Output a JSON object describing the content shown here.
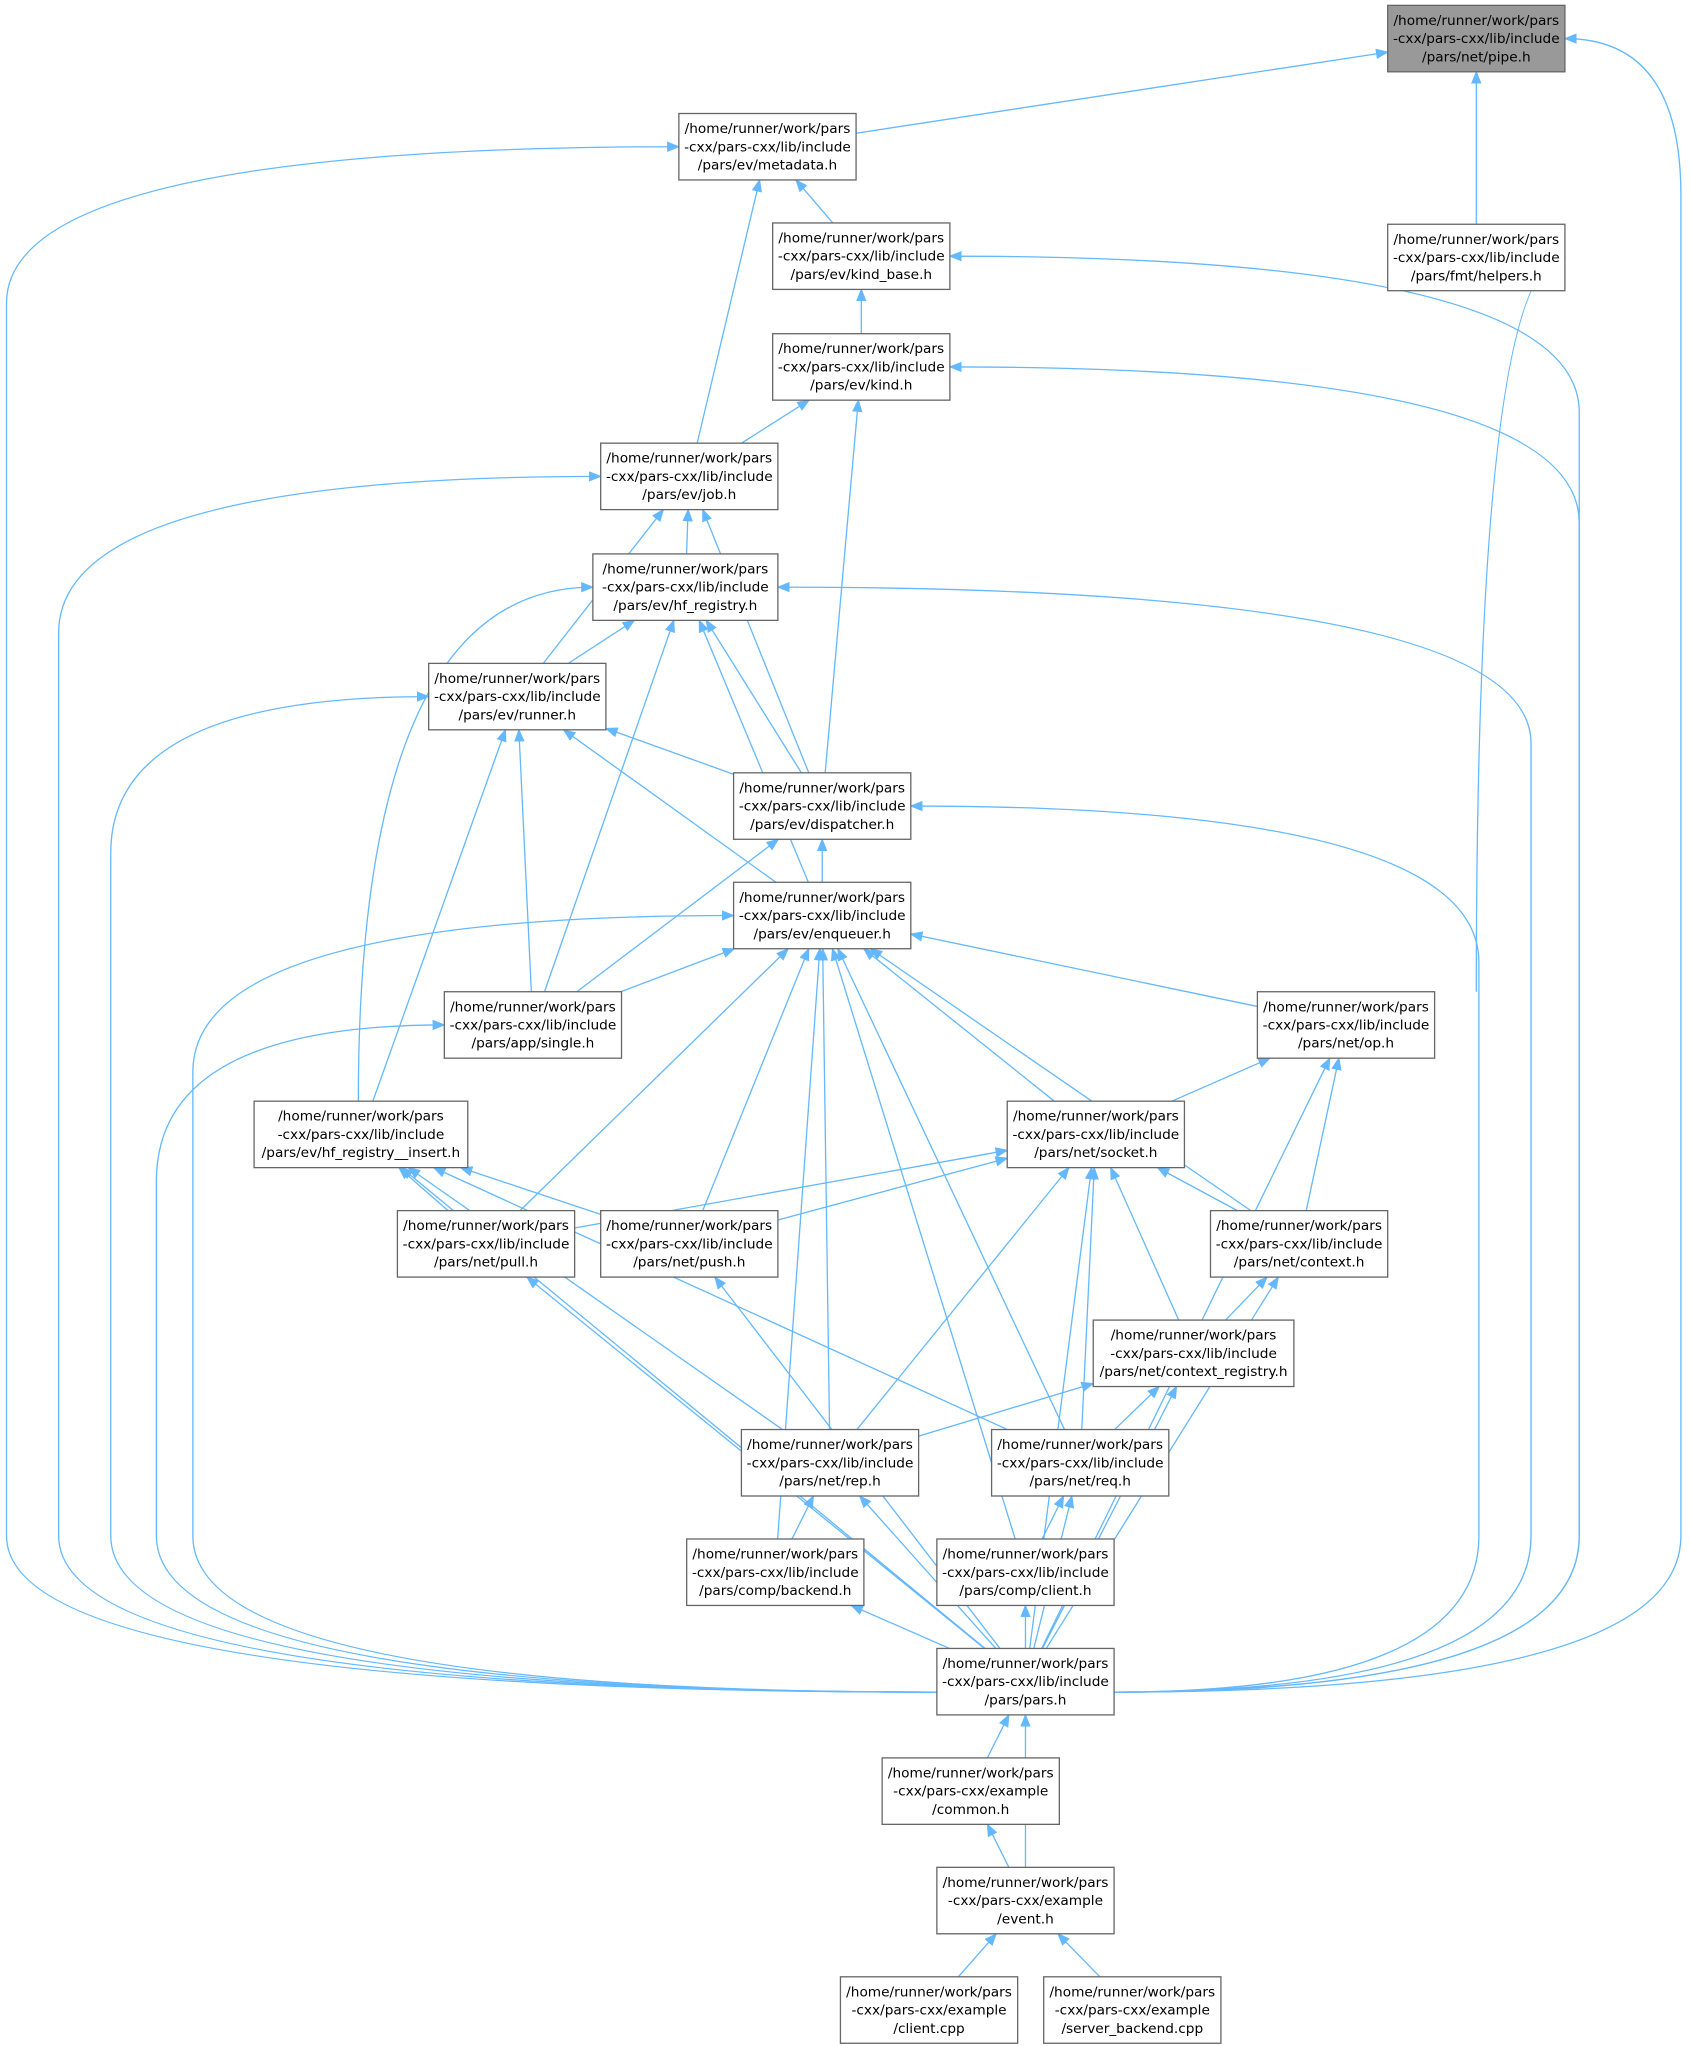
{
  "graph": {
    "nodes": [
      {
        "id": "pipe",
        "lines": [
          "/home/runner/work/pars",
          "-cxx/pars-cxx/lib/include",
          "/pars/net/pipe.h"
        ],
        "highlighted": true
      },
      {
        "id": "metadata",
        "lines": [
          "/home/runner/work/pars",
          "-cxx/pars-cxx/lib/include",
          "/pars/ev/metadata.h"
        ]
      },
      {
        "id": "helpers",
        "lines": [
          "/home/runner/work/pars",
          "-cxx/pars-cxx/lib/include",
          "/pars/fmt/helpers.h"
        ]
      },
      {
        "id": "kind_base",
        "lines": [
          "/home/runner/work/pars",
          "-cxx/pars-cxx/lib/include",
          "/pars/ev/kind_base.h"
        ]
      },
      {
        "id": "kind",
        "lines": [
          "/home/runner/work/pars",
          "-cxx/pars-cxx/lib/include",
          "/pars/ev/kind.h"
        ]
      },
      {
        "id": "job",
        "lines": [
          "/home/runner/work/pars",
          "-cxx/pars-cxx/lib/include",
          "/pars/ev/job.h"
        ]
      },
      {
        "id": "hf_registry",
        "lines": [
          "/home/runner/work/pars",
          "-cxx/pars-cxx/lib/include",
          "/pars/ev/hf_registry.h"
        ]
      },
      {
        "id": "runner",
        "lines": [
          "/home/runner/work/pars",
          "-cxx/pars-cxx/lib/include",
          "/pars/ev/runner.h"
        ]
      },
      {
        "id": "dispatcher",
        "lines": [
          "/home/runner/work/pars",
          "-cxx/pars-cxx/lib/include",
          "/pars/ev/dispatcher.h"
        ]
      },
      {
        "id": "enqueuer",
        "lines": [
          "/home/runner/work/pars",
          "-cxx/pars-cxx/lib/include",
          "/pars/ev/enqueuer.h"
        ]
      },
      {
        "id": "single",
        "lines": [
          "/home/runner/work/pars",
          "-cxx/pars-cxx/lib/include",
          "/pars/app/single.h"
        ]
      },
      {
        "id": "op",
        "lines": [
          "/home/runner/work/pars",
          "-cxx/pars-cxx/lib/include",
          "/pars/net/op.h"
        ]
      },
      {
        "id": "hf_insert",
        "lines": [
          "/home/runner/work/pars",
          "-cxx/pars-cxx/lib/include",
          "/pars/ev/hf_registry__insert.h"
        ]
      },
      {
        "id": "socket",
        "lines": [
          "/home/runner/work/pars",
          "-cxx/pars-cxx/lib/include",
          "/pars/net/socket.h"
        ]
      },
      {
        "id": "pull",
        "lines": [
          "/home/runner/work/pars",
          "-cxx/pars-cxx/lib/include",
          "/pars/net/pull.h"
        ]
      },
      {
        "id": "push",
        "lines": [
          "/home/runner/work/pars",
          "-cxx/pars-cxx/lib/include",
          "/pars/net/push.h"
        ]
      },
      {
        "id": "context",
        "lines": [
          "/home/runner/work/pars",
          "-cxx/pars-cxx/lib/include",
          "/pars/net/context.h"
        ]
      },
      {
        "id": "context_registry",
        "lines": [
          "/home/runner/work/pars",
          "-cxx/pars-cxx/lib/include",
          "/pars/net/context_registry.h"
        ]
      },
      {
        "id": "rep",
        "lines": [
          "/home/runner/work/pars",
          "-cxx/pars-cxx/lib/include",
          "/pars/net/rep.h"
        ]
      },
      {
        "id": "req",
        "lines": [
          "/home/runner/work/pars",
          "-cxx/pars-cxx/lib/include",
          "/pars/net/req.h"
        ]
      },
      {
        "id": "backend",
        "lines": [
          "/home/runner/work/pars",
          "-cxx/pars-cxx/lib/include",
          "/pars/comp/backend.h"
        ]
      },
      {
        "id": "client_h",
        "lines": [
          "/home/runner/work/pars",
          "-cxx/pars-cxx/lib/include",
          "/pars/comp/client.h"
        ]
      },
      {
        "id": "pars",
        "lines": [
          "/home/runner/work/pars",
          "-cxx/pars-cxx/lib/include",
          "/pars/pars.h"
        ]
      },
      {
        "id": "common",
        "lines": [
          "/home/runner/work/pars",
          "-cxx/pars-cxx/example",
          "/common.h"
        ]
      },
      {
        "id": "event",
        "lines": [
          "/home/runner/work/pars",
          "-cxx/pars-cxx/example",
          "/event.h"
        ]
      },
      {
        "id": "client_cpp",
        "lines": [
          "/home/runner/work/pars",
          "-cxx/pars-cxx/example",
          "/client.cpp"
        ]
      },
      {
        "id": "server_backend",
        "lines": [
          "/home/runner/work/pars",
          "-cxx/pars-cxx/example",
          "/server_backend.cpp"
        ]
      }
    ],
    "edges": [
      [
        "metadata",
        "pipe"
      ],
      [
        "helpers",
        "pipe"
      ],
      [
        "pars",
        "pipe"
      ],
      [
        "kind_base",
        "metadata"
      ],
      [
        "job",
        "metadata"
      ],
      [
        "pars",
        "metadata"
      ],
      [
        "kind",
        "kind_base"
      ],
      [
        "pars",
        "kind_base"
      ],
      [
        "job",
        "kind"
      ],
      [
        "dispatcher",
        "kind"
      ],
      [
        "pars",
        "kind"
      ],
      [
        "hf_registry",
        "job"
      ],
      [
        "runner",
        "job"
      ],
      [
        "dispatcher",
        "job"
      ],
      [
        "pars",
        "job"
      ],
      [
        "runner",
        "hf_registry"
      ],
      [
        "dispatcher",
        "hf_registry"
      ],
      [
        "enqueuer",
        "hf_registry"
      ],
      [
        "single",
        "hf_registry"
      ],
      [
        "hf_insert",
        "hf_registry"
      ],
      [
        "pars",
        "hf_registry"
      ],
      [
        "dispatcher",
        "runner"
      ],
      [
        "enqueuer",
        "runner"
      ],
      [
        "single",
        "runner"
      ],
      [
        "hf_insert",
        "runner"
      ],
      [
        "pars",
        "runner"
      ],
      [
        "enqueuer",
        "dispatcher"
      ],
      [
        "single",
        "dispatcher"
      ],
      [
        "pars",
        "dispatcher"
      ],
      [
        "single",
        "enqueuer"
      ],
      [
        "op",
        "enqueuer"
      ],
      [
        "socket",
        "enqueuer"
      ],
      [
        "context",
        "enqueuer"
      ],
      [
        "pull",
        "enqueuer"
      ],
      [
        "push",
        "enqueuer"
      ],
      [
        "rep",
        "enqueuer"
      ],
      [
        "req",
        "enqueuer"
      ],
      [
        "backend",
        "enqueuer"
      ],
      [
        "client_h",
        "enqueuer"
      ],
      [
        "pars",
        "enqueuer"
      ],
      [
        "pars",
        "single"
      ],
      [
        "op",
        "helpers"
      ],
      [
        "socket",
        "op"
      ],
      [
        "context",
        "op"
      ],
      [
        "pars",
        "op"
      ],
      [
        "pull",
        "hf_insert"
      ],
      [
        "push",
        "hf_insert"
      ],
      [
        "rep",
        "hf_insert"
      ],
      [
        "req",
        "hf_insert"
      ],
      [
        "pars",
        "hf_insert"
      ],
      [
        "pull",
        "socket"
      ],
      [
        "push",
        "socket"
      ],
      [
        "context",
        "socket"
      ],
      [
        "context_registry",
        "socket"
      ],
      [
        "rep",
        "socket"
      ],
      [
        "req",
        "socket"
      ],
      [
        "pars",
        "socket"
      ],
      [
        "context_registry",
        "context"
      ],
      [
        "pars",
        "context"
      ],
      [
        "rep",
        "context_registry"
      ],
      [
        "req",
        "context_registry"
      ],
      [
        "pars",
        "context_registry"
      ],
      [
        "backend",
        "rep"
      ],
      [
        "pars",
        "rep"
      ],
      [
        "client_h",
        "req"
      ],
      [
        "pars",
        "req"
      ],
      [
        "pars",
        "pull"
      ],
      [
        "pars",
        "push"
      ],
      [
        "pars",
        "backend"
      ],
      [
        "pars",
        "client_h"
      ],
      [
        "common",
        "pars"
      ],
      [
        "event",
        "pars"
      ],
      [
        "event",
        "common"
      ],
      [
        "client_cpp",
        "event"
      ],
      [
        "server_backend",
        "event"
      ]
    ],
    "colors": {
      "edge": "#63b8ff",
      "highlight_fill": "#999999",
      "box_stroke": "#666666"
    }
  }
}
